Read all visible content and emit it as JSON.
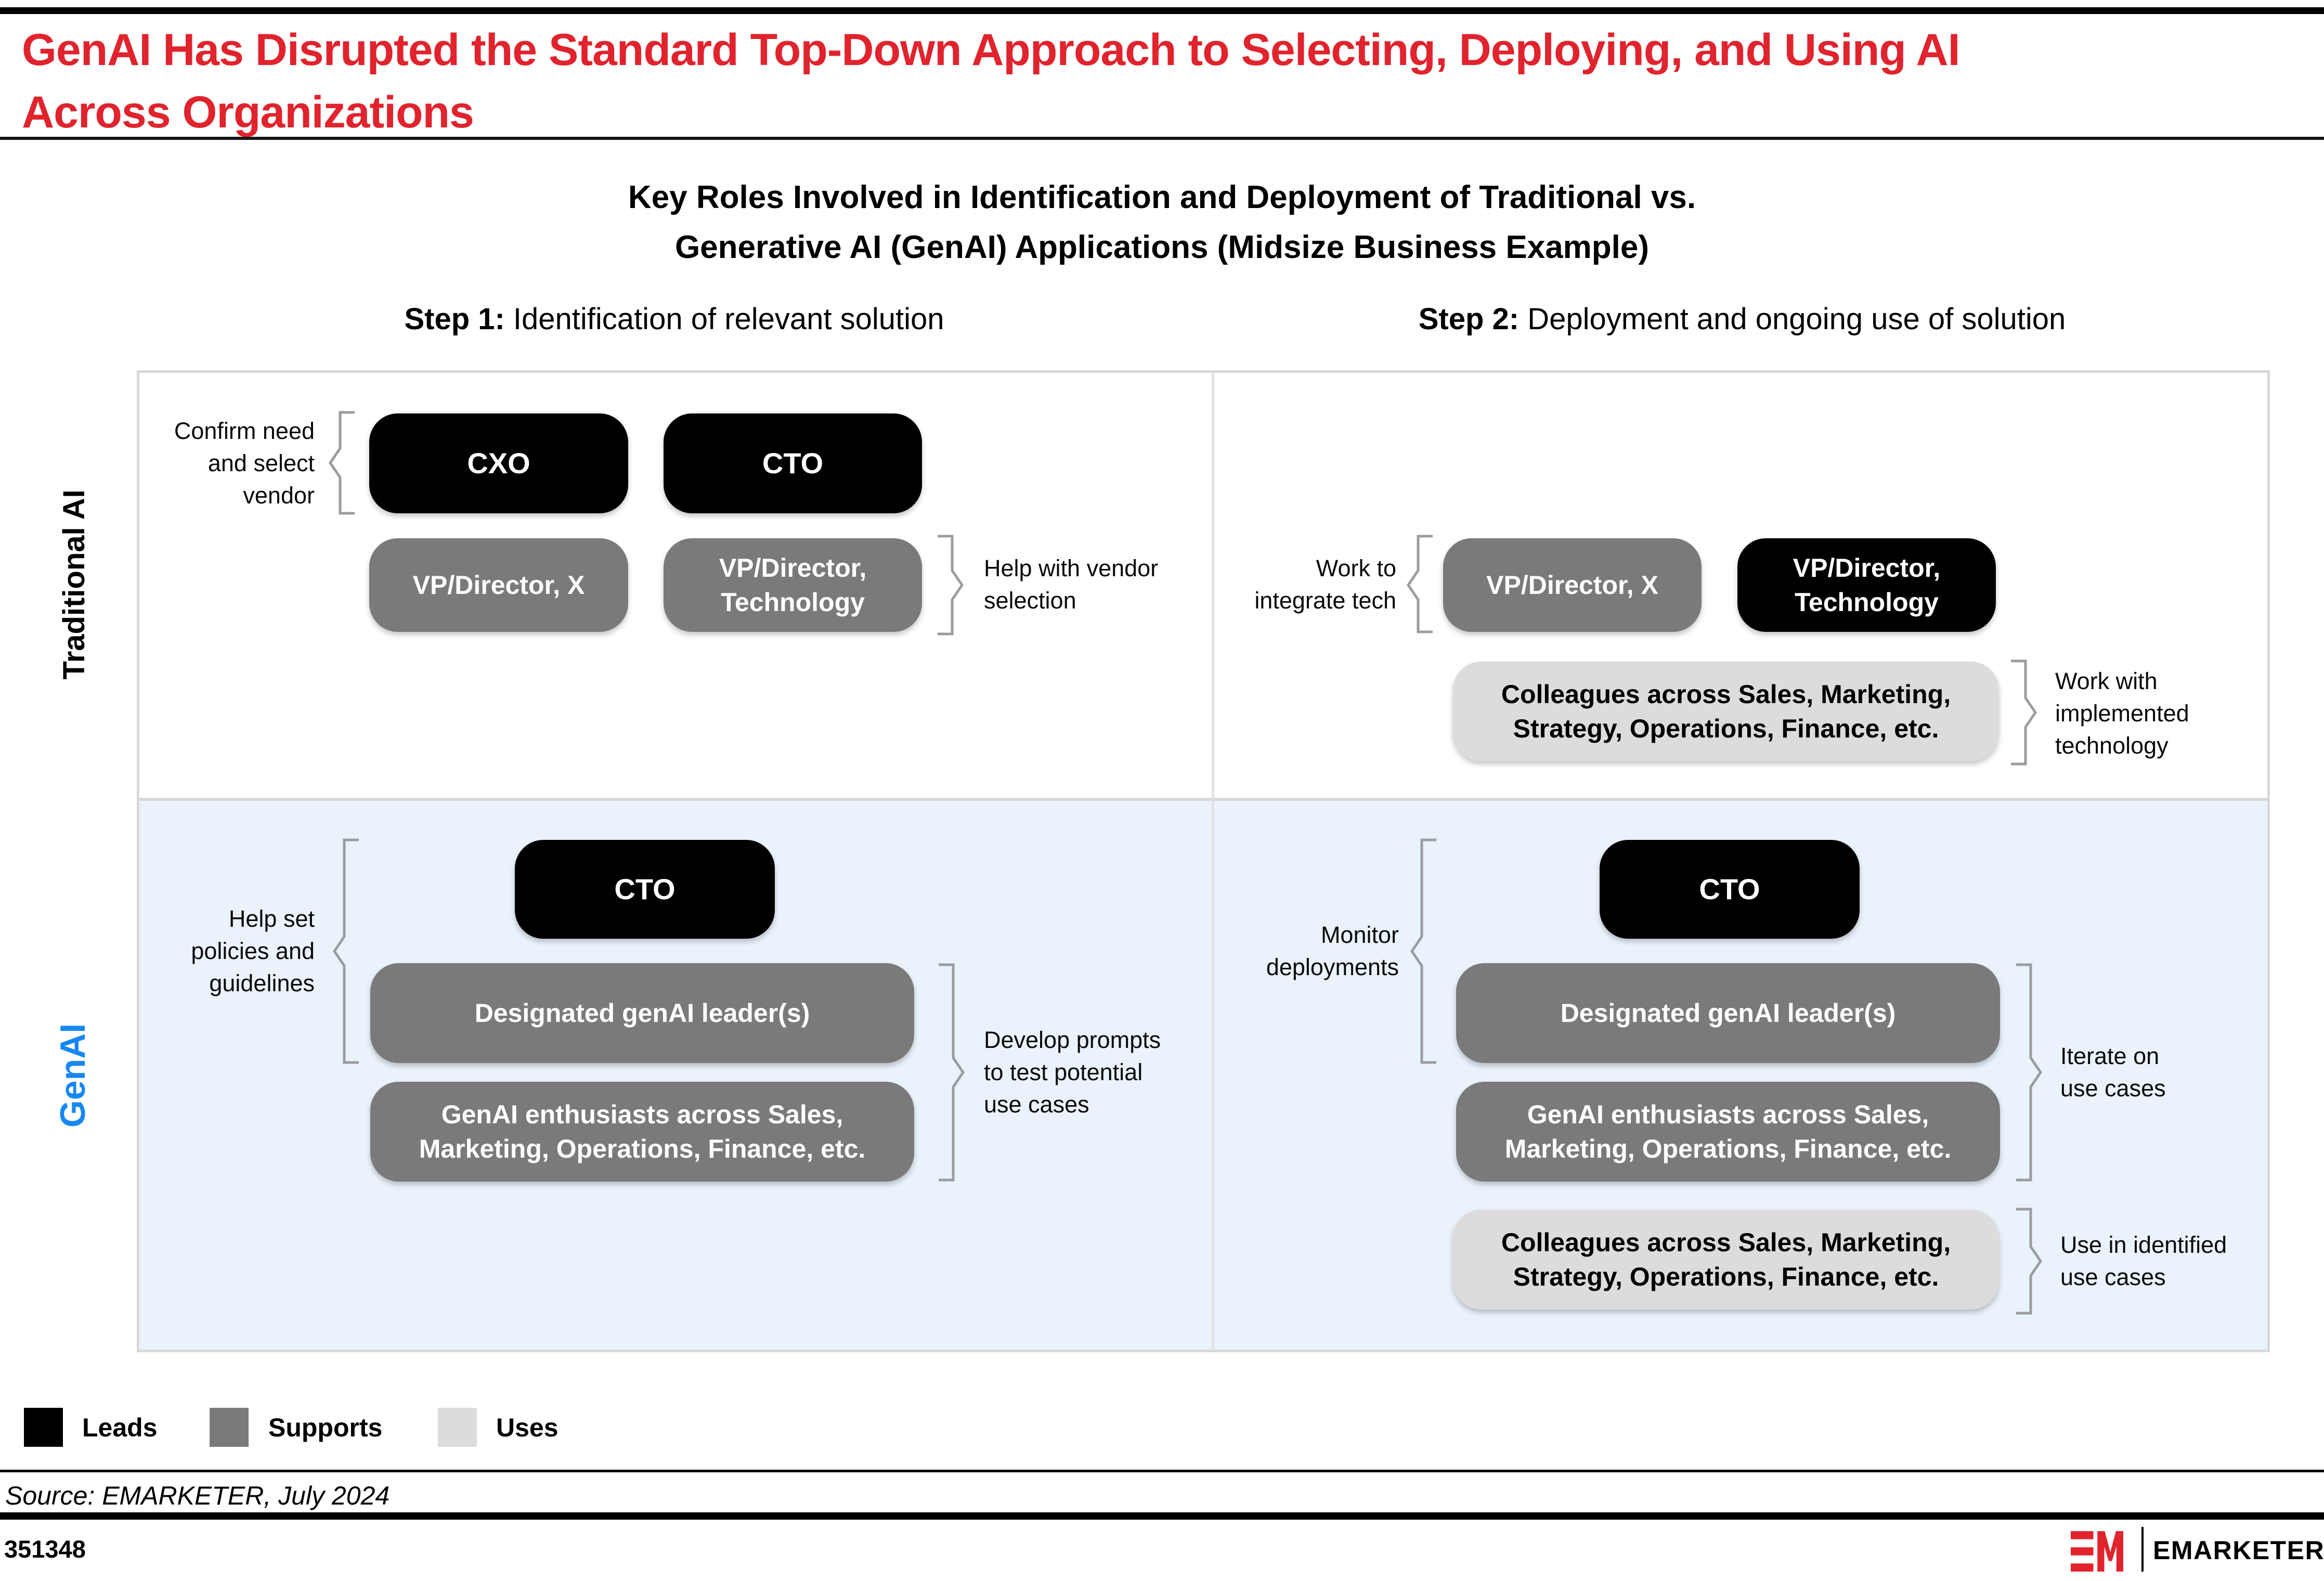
{
  "header": {
    "title_line1": "GenAI Has Disrupted the Standard Top-Down Approach to Selecting, Deploying, and Using AI",
    "title_line2": "Across Organizations",
    "subtitle_line1": "Key Roles Involved in Identification and Deployment of Traditional vs.",
    "subtitle_line2": "Generative AI (GenAI) Applications (Midsize Business Example)"
  },
  "steps": {
    "step1_prefix": "Step 1:",
    "step1_label": " Identification of relevant solution",
    "step2_prefix": "Step 2:",
    "step2_label": " Deployment and ongoing use of solution"
  },
  "row_labels": {
    "traditional": "Traditional AI",
    "genai": "GenAI"
  },
  "t1": {
    "left_label": "Confirm need\nand select\nvendor",
    "box_cxo": "CXO",
    "box_cto": "CTO",
    "box_vp_x": "VP/Director, X",
    "box_vp_tech": "VP/Director,\nTechnology",
    "right_label": "Help with vendor\nselection"
  },
  "t2": {
    "left_label": "Work to\nintegrate tech",
    "box_vp_x": "VP/Director, X",
    "box_vp_tech": "VP/Director,\nTechnology",
    "box_colleagues": "Colleagues across Sales, Marketing,\nStrategy, Operations, Finance, etc.",
    "right_label": "Work with\nimplemented\ntechnology"
  },
  "g1": {
    "left_label": "Help set\npolicies and\nguidelines",
    "box_cto": "CTO",
    "box_leaders": "Designated genAI leader(s)",
    "box_enthusiasts": "GenAI enthusiasts across Sales,\nMarketing, Operations, Finance, etc.",
    "right_label": "Develop prompts\nto test potential\nuse cases"
  },
  "g2": {
    "left_label": "Monitor\ndeployments",
    "box_cto": "CTO",
    "box_leaders": "Designated genAI leader(s)",
    "box_enthusiasts": "GenAI enthusiasts across Sales,\nMarketing, Operations, Finance, etc.",
    "box_colleagues": "Colleagues across Sales, Marketing,\nStrategy, Operations, Finance, etc.",
    "right_label_iterate": "Iterate on\nuse cases",
    "right_label_use": "Use in identified\nuse cases"
  },
  "legend": {
    "leads": "Leads",
    "supports": "Supports",
    "uses": "Uses"
  },
  "footer": {
    "source": "Source: EMARKETER, July 2024",
    "chart_id": "351348",
    "brand": "EMARKETER"
  },
  "colors": {
    "brand_red": "#E0232D",
    "genai_blue": "#1787F2",
    "leads_black": "#000000",
    "supports_gray": "#7A7A7A",
    "uses_lightgray": "#DCDCDC",
    "genai_row_bg": "#EAF2FB"
  }
}
